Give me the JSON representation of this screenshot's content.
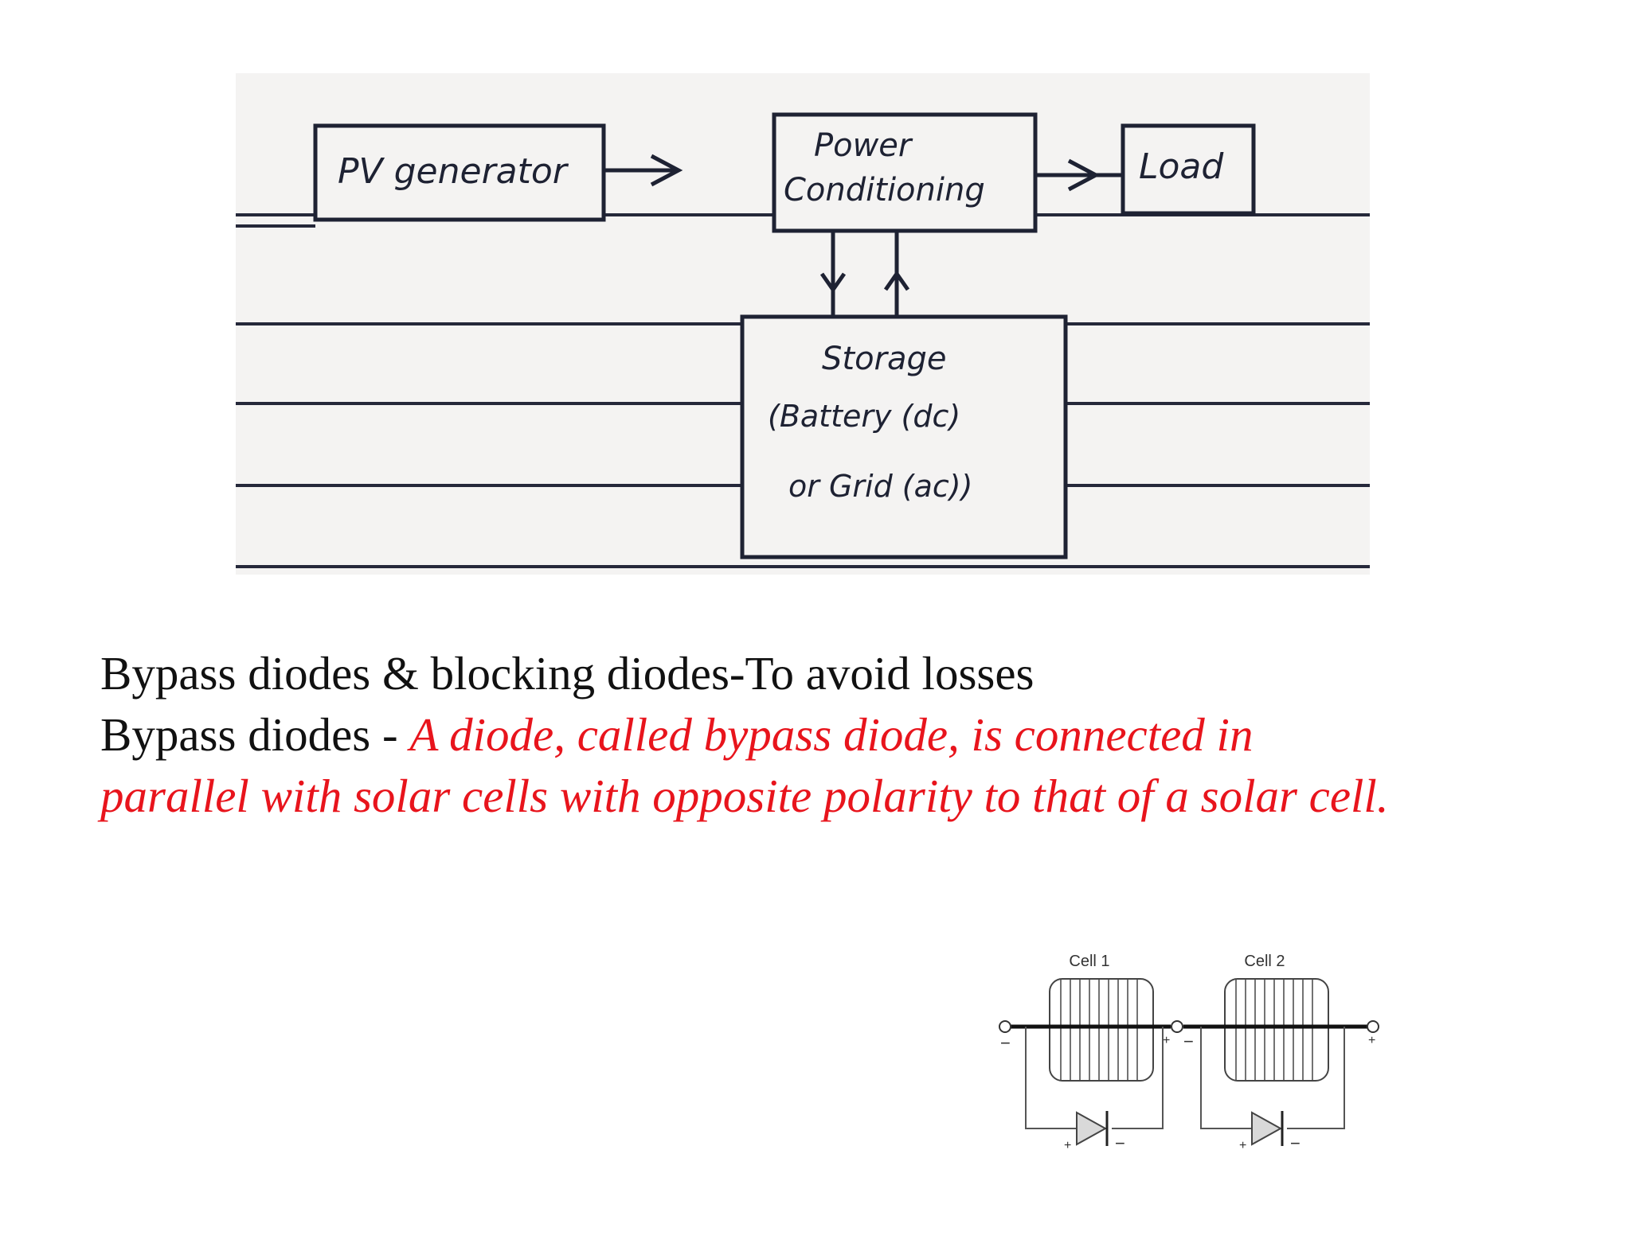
{
  "block_diagram": {
    "pv_generator": "PV generator",
    "power_conditioning_line1": "Power",
    "power_conditioning_line2": "Conditioning",
    "load": "Load",
    "storage_line1": "Storage",
    "storage_line2": "(Battery (dc)",
    "storage_line3": "or Grid (ac))"
  },
  "text": {
    "line1": "Bypass diodes & blocking diodes-To avoid losses",
    "line2_prefix": "Bypass diodes - ",
    "line2_red": "A diode, called bypass diode, is connected in",
    "line3_red": "parallel with solar cells with opposite polarity to that of a solar cell."
  },
  "cell_diagram": {
    "cell1_label": "Cell 1",
    "cell2_label": "Cell 2",
    "plus": "+",
    "minus": "−"
  },
  "colors": {
    "red_text": "#e8141c",
    "body_text": "#111111",
    "ink": "#1e2233"
  }
}
